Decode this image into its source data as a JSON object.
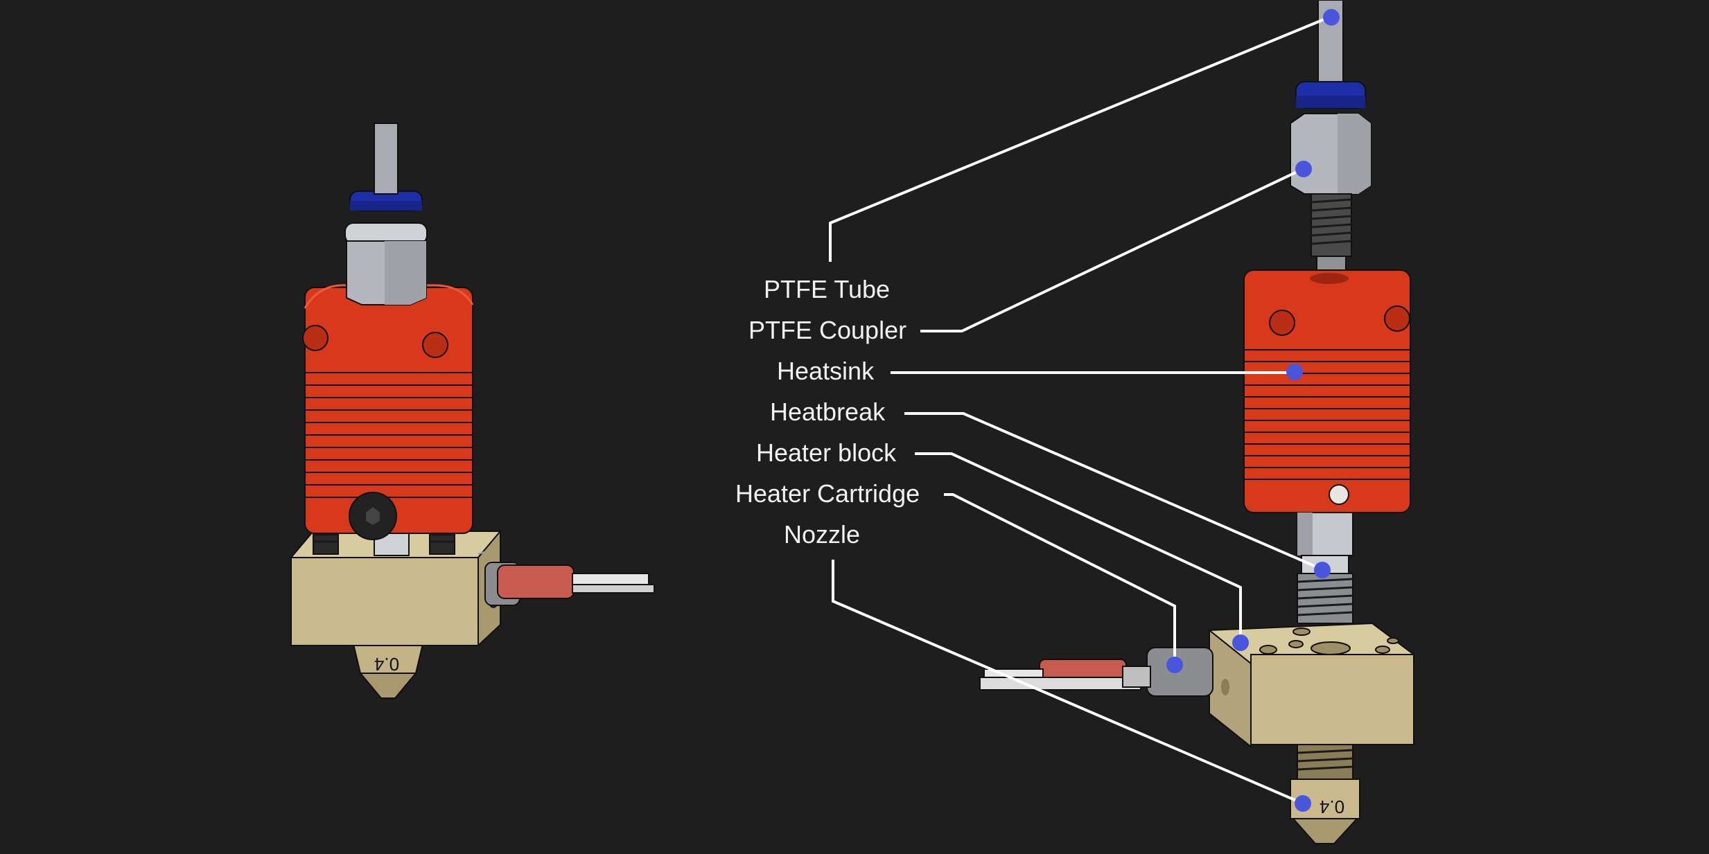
{
  "diagram": {
    "title": "",
    "colors": {
      "background": "#1e1e1e",
      "heatsink": "#d8391b",
      "heater_block": "#c9b98d",
      "nozzle": "#c9b98d",
      "ptfe_tube": "#a8acb2",
      "coupler_nut": "#b4b7bc",
      "coupler_collet": "#1d2fa8",
      "cartridge_sleeve": "#c85a50",
      "marker": "#4a55dd",
      "leader_line": "#ffffff"
    },
    "left_view": {
      "nozzle_marking": "0.4"
    },
    "right_view": {
      "nozzle_marking": "0.4"
    },
    "callouts": [
      {
        "id": "ptfe-tube",
        "label": "PTFE Tube",
        "target_part": "PTFE tube"
      },
      {
        "id": "ptfe-coupler",
        "label": "PTFE Coupler",
        "target_part": "PTFE coupler"
      },
      {
        "id": "heatsink",
        "label": "Heatsink",
        "target_part": "heatsink"
      },
      {
        "id": "heatbreak",
        "label": "Heatbreak",
        "target_part": "heatbreak"
      },
      {
        "id": "heater-block",
        "label": "Heater block",
        "target_part": "heater block"
      },
      {
        "id": "heater-cartridge",
        "label": "Heater Cartridge",
        "target_part": "heater cartridge"
      },
      {
        "id": "nozzle",
        "label": "Nozzle",
        "target_part": "nozzle"
      }
    ]
  }
}
